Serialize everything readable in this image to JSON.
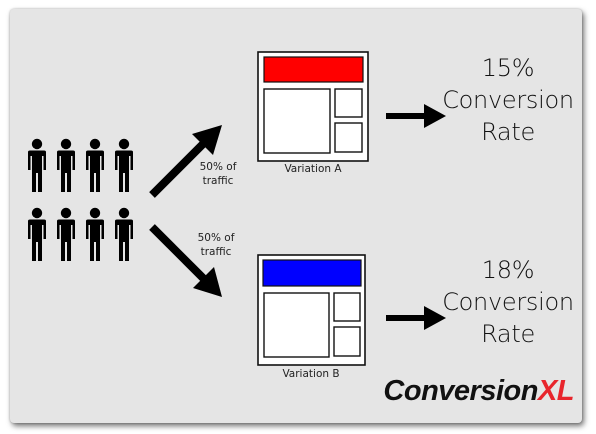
{
  "variations": [
    {
      "name": "Variation A",
      "traffic_share": "50% of",
      "traffic_word": "traffic",
      "conversion_value": "15%",
      "conversion_word1": "Conversion",
      "conversion_word2": "Rate",
      "header_color": "#ff0000"
    },
    {
      "name": "Variation B",
      "traffic_share": "50% of",
      "traffic_word": "traffic",
      "conversion_value": "18%",
      "conversion_word1": "Conversion",
      "conversion_word2": "Rate",
      "header_color": "#0000ff"
    }
  ],
  "people_icon_count": 8,
  "brand": {
    "part1": "Conversion",
    "part2": "XL",
    "color1": "#111111",
    "color2": "#e8252c"
  }
}
